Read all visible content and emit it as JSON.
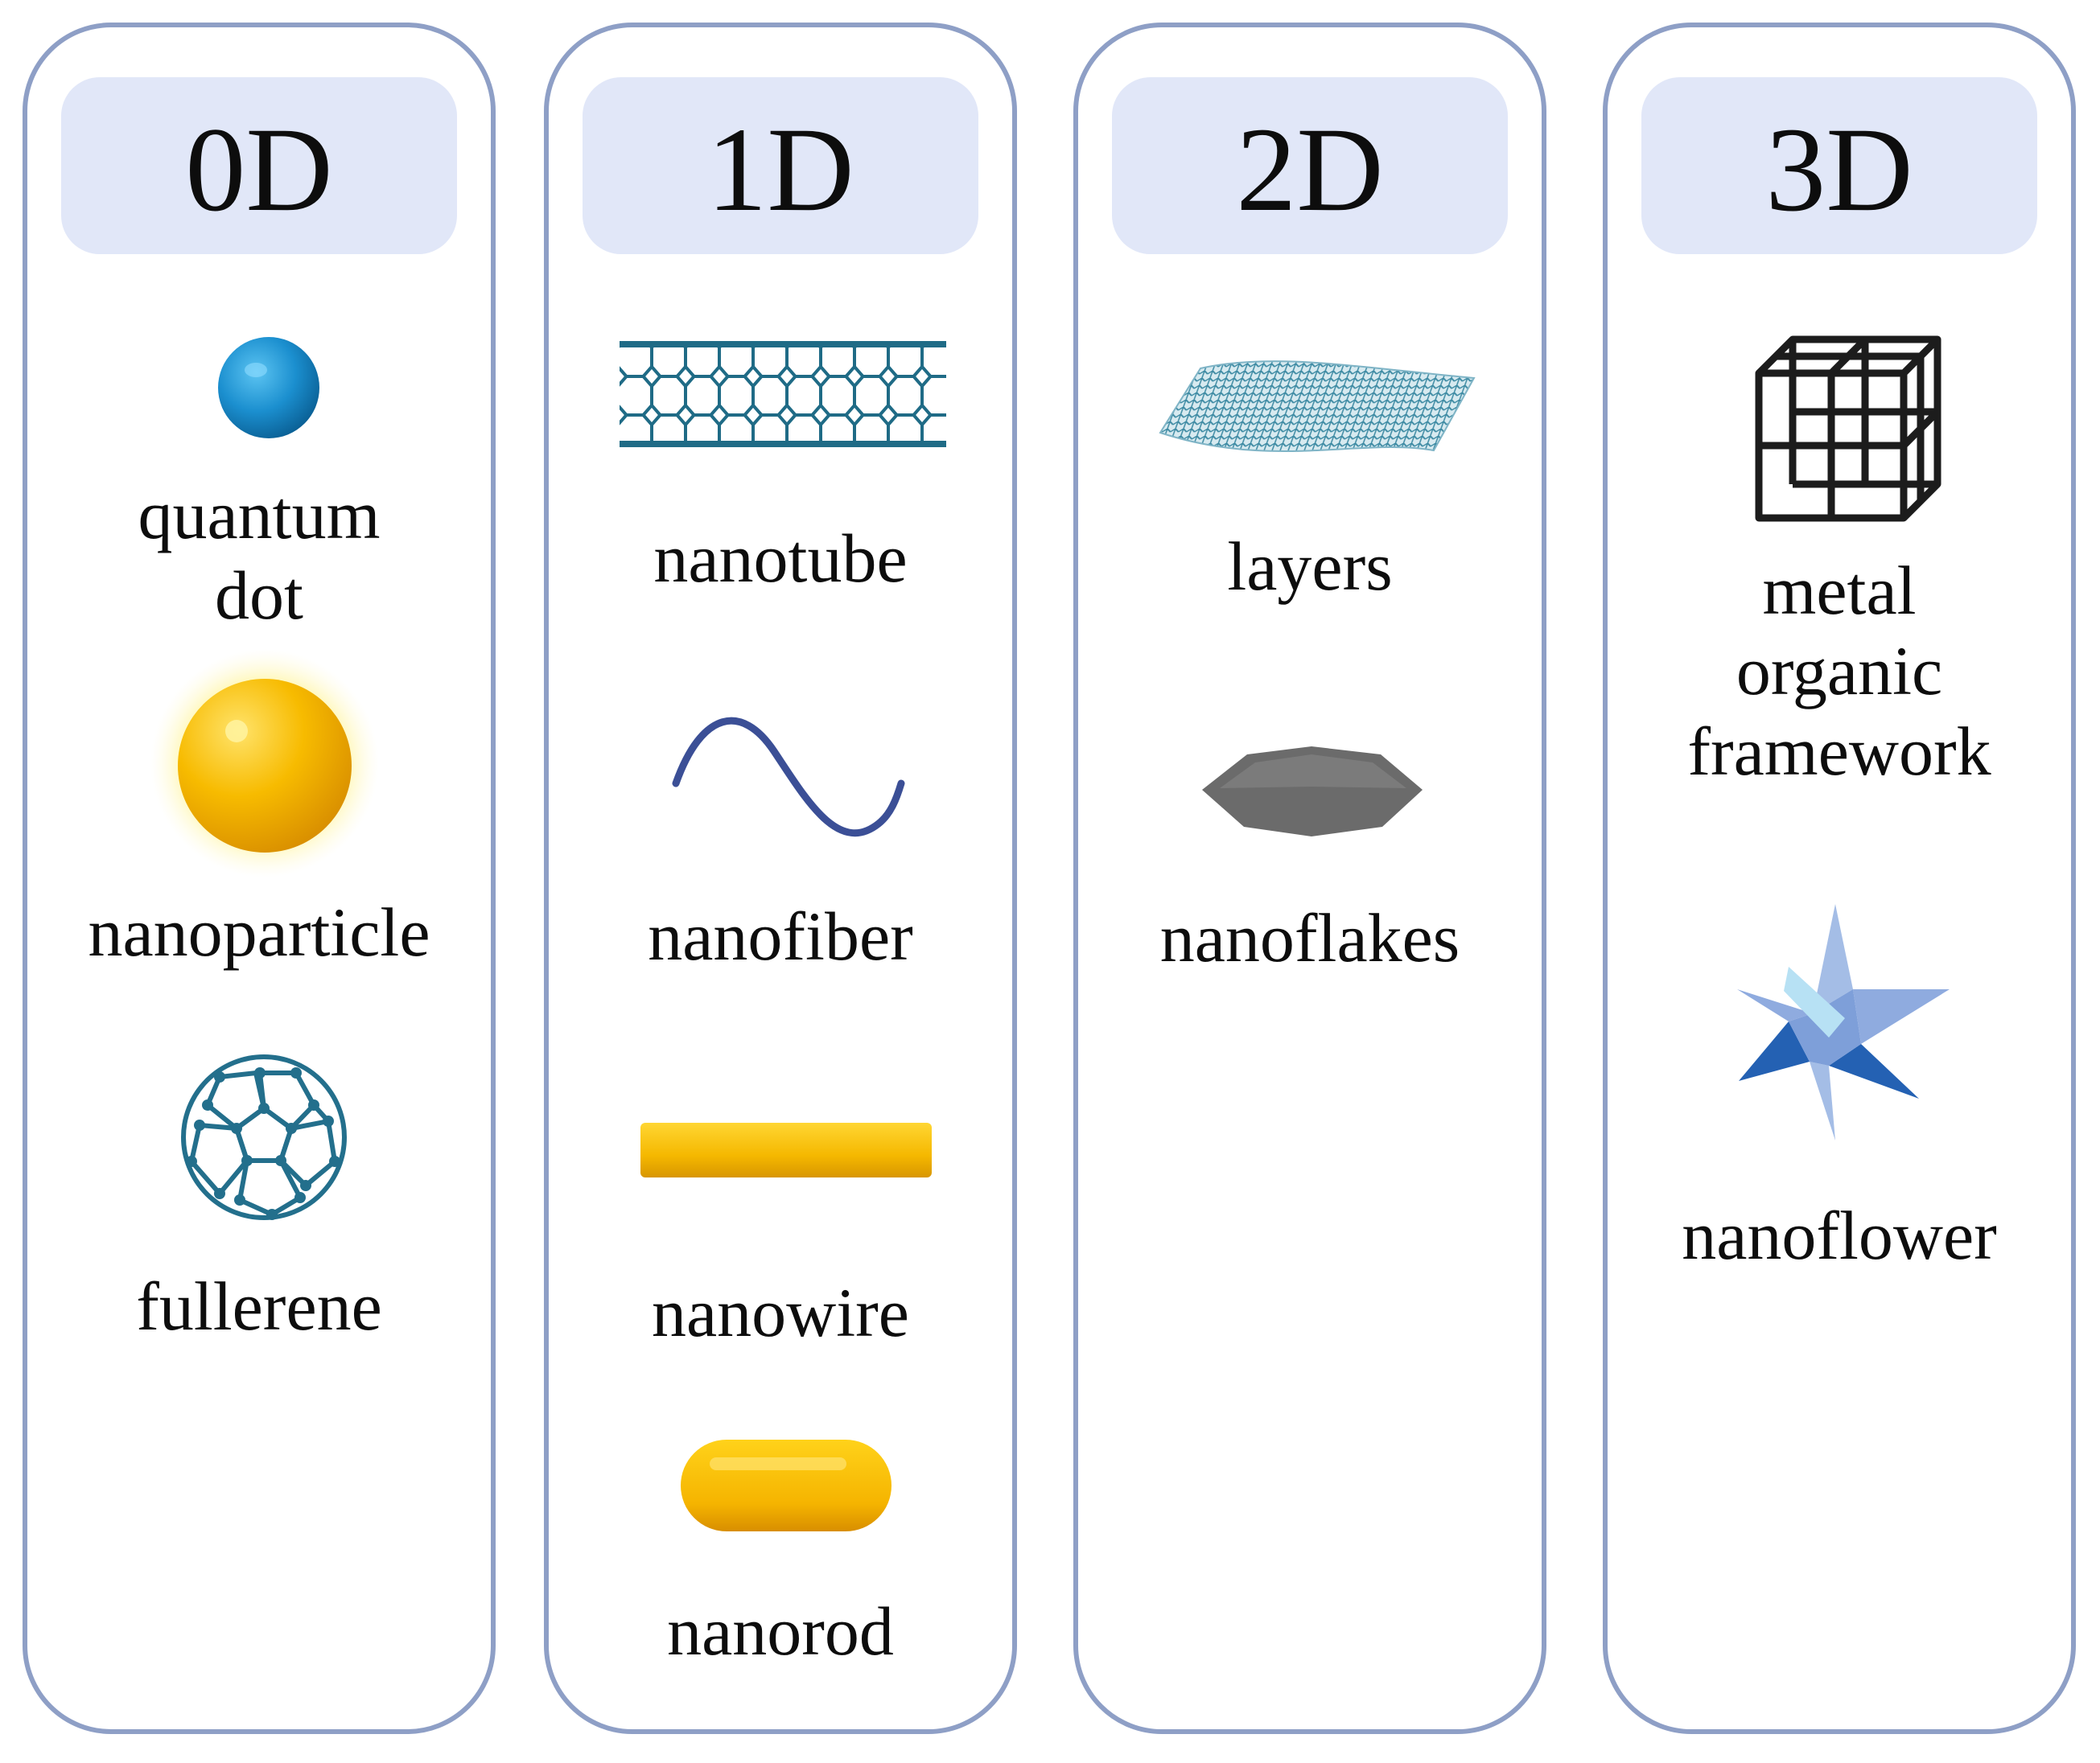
{
  "columns": [
    {
      "heading": "0D",
      "items": [
        {
          "label_lines": [
            "quantum",
            "dot"
          ],
          "icon": "blue-sphere-icon"
        },
        {
          "label": "nanoparticle",
          "icon": "gold-sphere-icon"
        },
        {
          "label": "fullerene",
          "icon": "fullerene-cage-icon"
        }
      ]
    },
    {
      "heading": "1D",
      "items": [
        {
          "label": "nanotube",
          "icon": "hexagon-tube-icon"
        },
        {
          "label": "nanofiber",
          "icon": "wave-line-icon"
        },
        {
          "label": "nanowire",
          "icon": "gold-wire-icon"
        },
        {
          "label": "nanorod",
          "icon": "gold-capsule-icon"
        }
      ]
    },
    {
      "heading": "2D",
      "items": [
        {
          "label": "layers",
          "icon": "mesh-sheet-icon"
        },
        {
          "label": "nanoflakes",
          "icon": "gray-flake-icon"
        }
      ]
    },
    {
      "heading": "3D",
      "items": [
        {
          "label_lines": [
            "metal",
            "organic",
            "framework"
          ],
          "icon": "cube-lattice-icon"
        },
        {
          "label": "nanoflower",
          "icon": "blue-star-icon"
        }
      ]
    }
  ],
  "colors": {
    "border": "#8e9fc6",
    "header_fill": "#e1e7f8",
    "gold": "#f5b800",
    "blue": "#1f8ec9",
    "teal": "#2c6e86"
  }
}
